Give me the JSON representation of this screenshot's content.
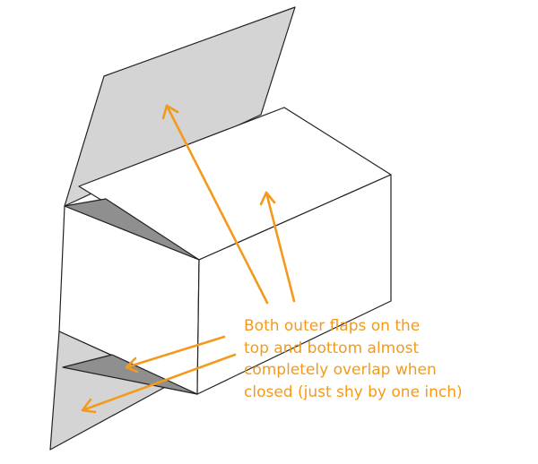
{
  "annotation": {
    "lines": [
      "Both outer flaps on the",
      "top and bottom almost",
      "completely overlap when",
      "closed (just shy by one inch)"
    ]
  },
  "colors": {
    "arrow": "#f39a1c",
    "flap_fill": "#d4d4d4",
    "shadow_fill": "#8f8f8f",
    "face_fill": "#ffffff",
    "outline": "#222222"
  }
}
